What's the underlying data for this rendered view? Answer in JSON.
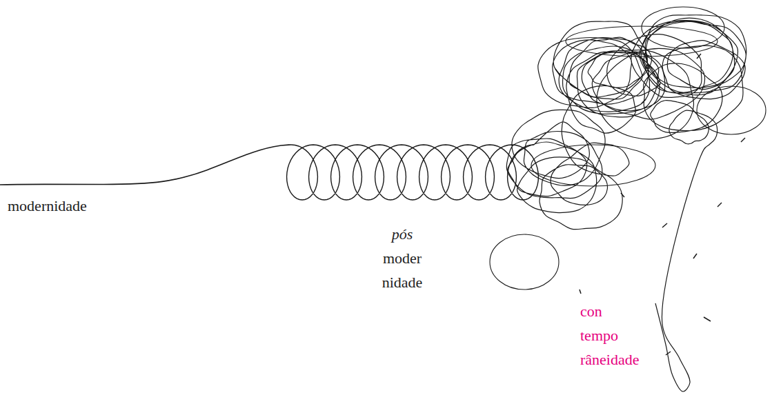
{
  "diagram": {
    "labels": [
      "modernidade",
      "pós",
      "moder nidade",
      "con tempo râneidade"
    ]
  }
}
